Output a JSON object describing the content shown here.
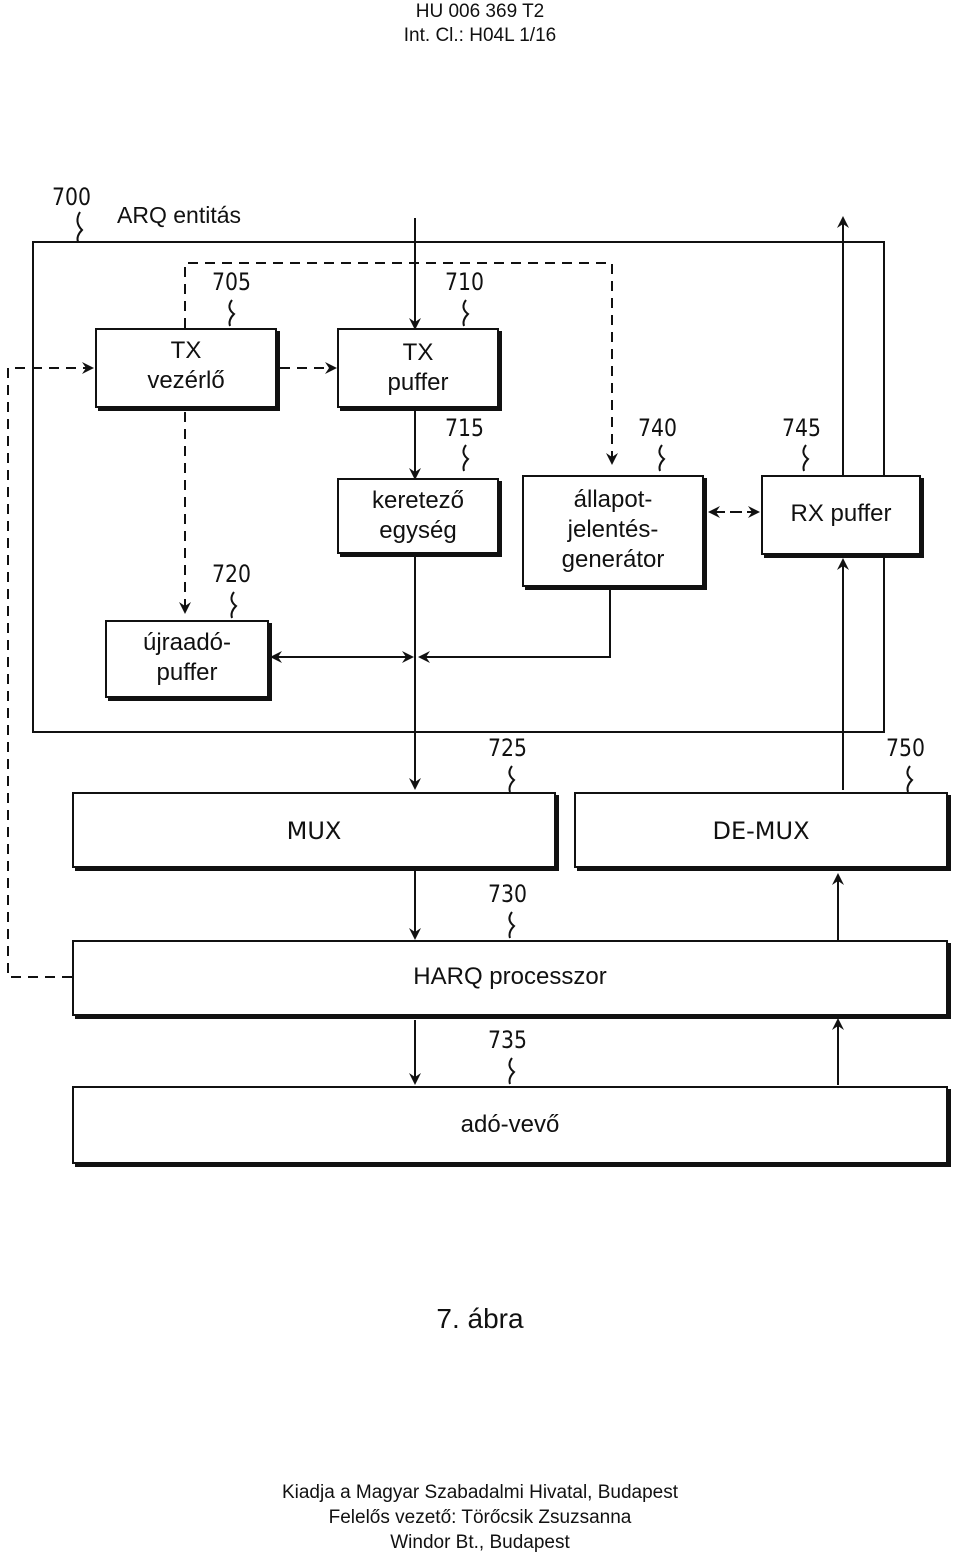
{
  "header": {
    "doc_number": "HU 006 369 T2",
    "classification": "Int. Cl.: H04L 1/16"
  },
  "diagram": {
    "entity_ref": "700",
    "entity_title": "ARQ entitás",
    "blocks": {
      "tx_controller": {
        "ref": "705",
        "lines": [
          "TX",
          "vezérlő"
        ]
      },
      "tx_buffer": {
        "ref": "710",
        "lines": [
          "TX",
          "puffer"
        ]
      },
      "framer": {
        "ref": "715",
        "lines": [
          "keretező",
          "egység"
        ]
      },
      "retx_buffer": {
        "ref": "720",
        "lines": [
          "újraadó-",
          "puffer"
        ]
      },
      "status_gen": {
        "ref": "740",
        "lines": [
          "állapot-",
          "jelentés-",
          "generátor"
        ]
      },
      "rx_buffer": {
        "ref": "745",
        "lines": [
          "RX puffer"
        ]
      },
      "mux": {
        "ref": "725",
        "label": "MUX"
      },
      "demux": {
        "ref": "750",
        "label": "DE-MUX"
      },
      "harq": {
        "ref": "730",
        "label": "HARQ processzor"
      },
      "transceiver": {
        "ref": "735",
        "label": "adó-vevő"
      }
    }
  },
  "figure_caption": "7. ábra",
  "footer": {
    "line1": "Kiadja a Magyar Szabadalmi Hivatal, Budapest",
    "line2": "Felelős vezető: Törőcsik Zsuzsanna",
    "line3": "Windor Bt., Budapest"
  }
}
